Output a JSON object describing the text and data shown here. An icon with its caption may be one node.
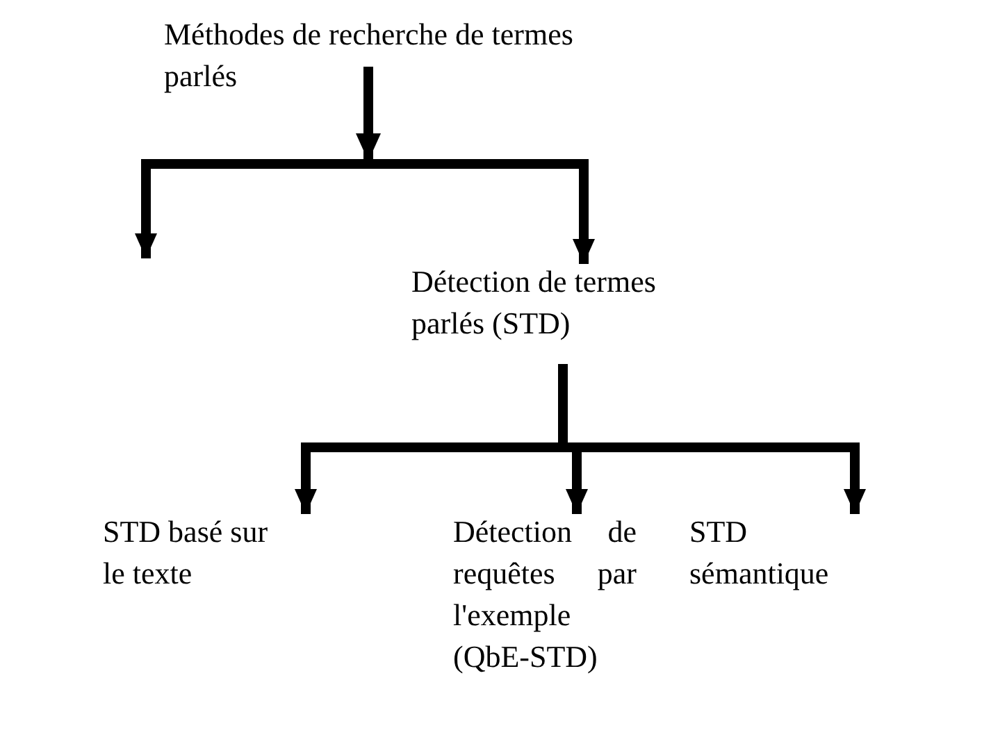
{
  "diagram": {
    "nodes": [
      {
        "text": [
          "Méthodes de recherche de termes parlés"
        ]
      },
      {
        "text": [
          "Détection de termes parlés (STD)"
        ]
      },
      {
        "text": [
          "STD basé sur le texte"
        ]
      },
      {
        "text": [
          "Détection de requêtes par l'exemple (QbE-STD)"
        ]
      },
      {
        "text": [
          "STD sémantique"
        ]
      }
    ],
    "edges": [
      {
        "from": 0,
        "to": null,
        "arrow": "to"
      },
      {
        "from": 0,
        "to": 1,
        "arrow": "to"
      },
      {
        "from": 1,
        "to": 2,
        "arrow": "to"
      },
      {
        "from": 1,
        "to": 3,
        "arrow": "to"
      },
      {
        "from": 1,
        "to": 4,
        "arrow": "to"
      }
    ]
  }
}
